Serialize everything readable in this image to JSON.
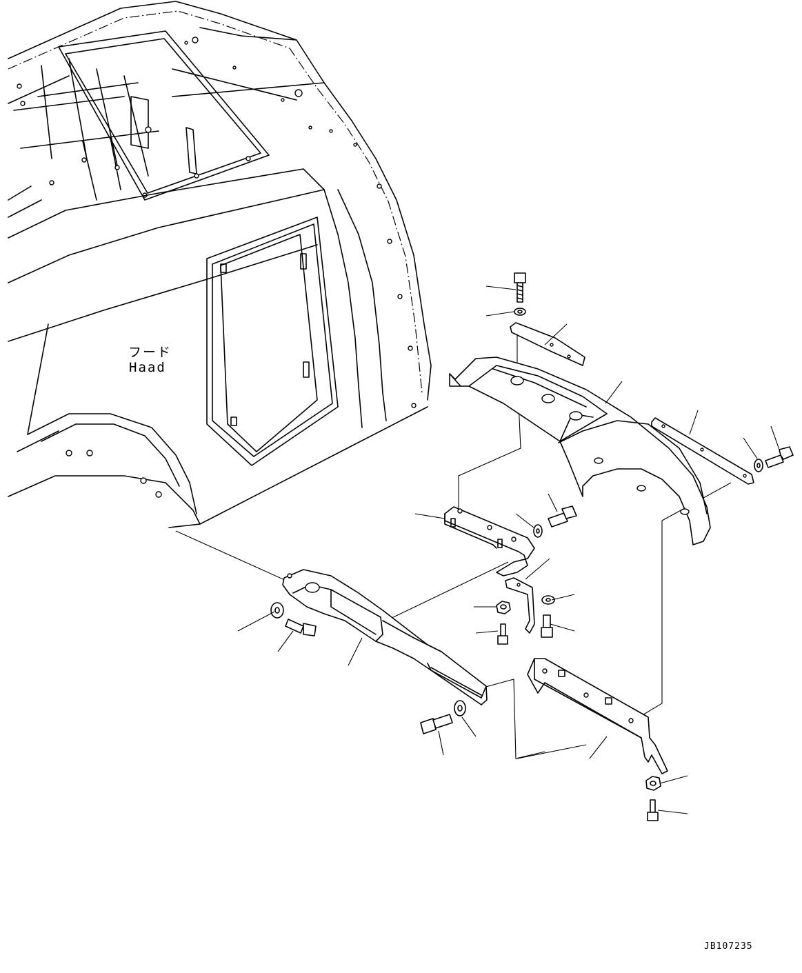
{
  "labels": {
    "hood_ja": "フード",
    "hood_en": "Haad"
  },
  "drawing_number": "JB107235",
  "colors": {
    "ink": "#000000",
    "paper": "#ffffff"
  }
}
